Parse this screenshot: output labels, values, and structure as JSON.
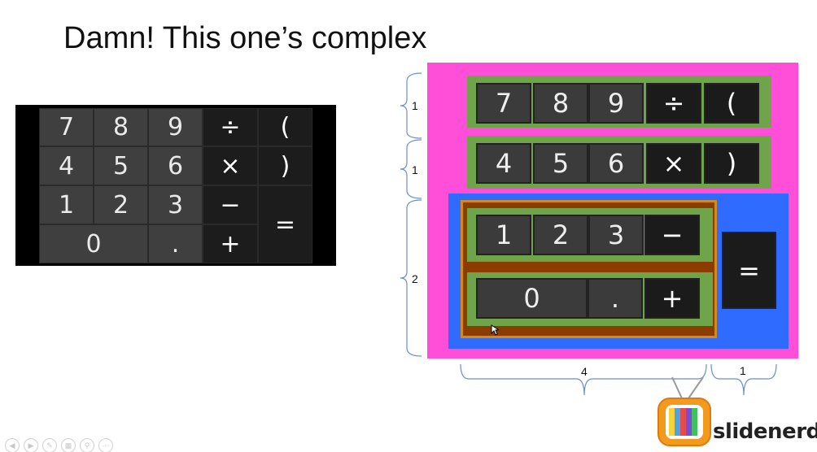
{
  "slide": {
    "title": "Damn! This one’s complex"
  },
  "left_calc": {
    "rows": [
      [
        "7",
        "8",
        "9",
        "÷",
        "("
      ],
      [
        "4",
        "5",
        "6",
        "×",
        ")"
      ],
      [
        "1",
        "2",
        "3",
        "−"
      ],
      [
        "0",
        ".",
        "+"
      ]
    ],
    "equals": "="
  },
  "layout_diagram": {
    "row1": [
      "7",
      "8",
      "9",
      "÷",
      "("
    ],
    "row2": [
      "4",
      "5",
      "6",
      "×",
      ")"
    ],
    "row3": [
      "1",
      "2",
      "3",
      "−"
    ],
    "row4": [
      "0",
      ".",
      "+"
    ],
    "equals": "=",
    "weights_left": [
      "1",
      "1",
      "2"
    ],
    "weights_bottom": [
      "4",
      "1"
    ],
    "colors": {
      "outer": "#ff4fd8",
      "row": "#6fa44a",
      "inner": "#2f6bff",
      "nested": "#8b3d00"
    }
  },
  "logo": {
    "text": "slidenerd"
  }
}
